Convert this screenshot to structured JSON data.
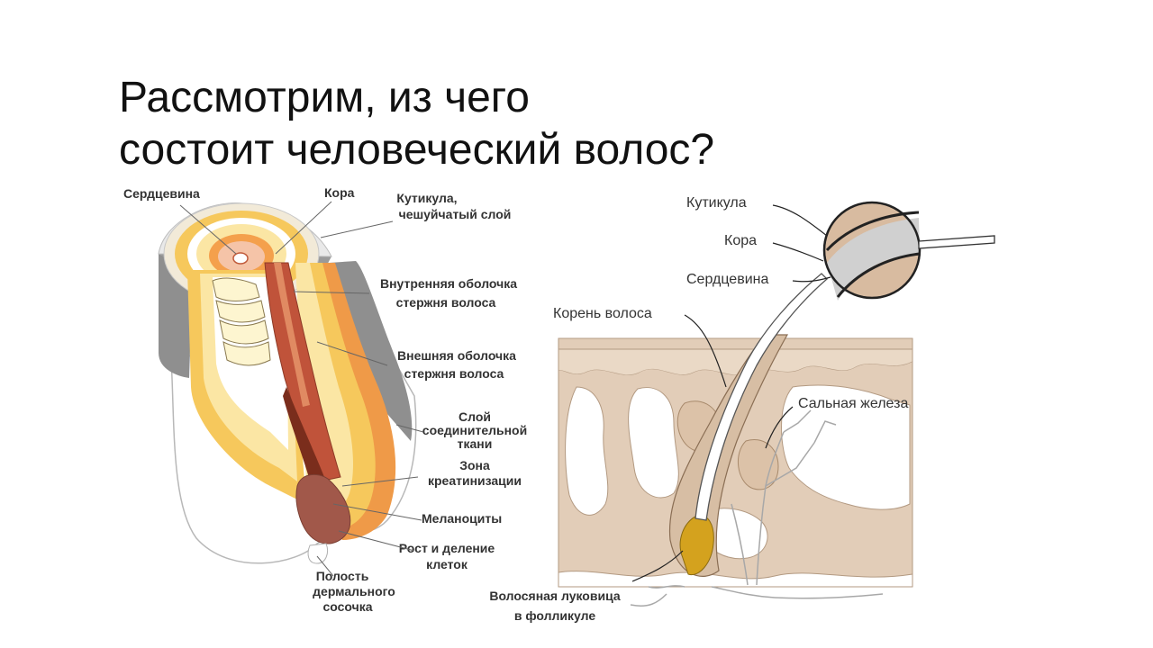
{
  "slide": {
    "title_line1": "Рассмотрим, из чего",
    "title_line2": "состоит человеческий волос?"
  },
  "left_diagram": {
    "labels": {
      "medulla": "Сердцевина",
      "cortex": "Кора",
      "cuticle_1": "Кутикула,",
      "cuticle_2": "чешуйчатый слой",
      "inner_sheath_1": "Внутренняя оболочка",
      "inner_sheath_2": "стержня волоса",
      "outer_sheath_1": "Внешняя оболочка",
      "outer_sheath_2": "стержня волоса",
      "connective_1": "Слой",
      "connective_2": "соединительной",
      "connective_3": "ткани",
      "keratin_1": "Зона",
      "keratin_2": "креатинизации",
      "melanocytes": "Меланоциты",
      "growth_1": "Рост и деление",
      "growth_2": "клеток",
      "papilla_1": "Полость",
      "papilla_2": "дермального",
      "papilla_3": "сосочка"
    }
  },
  "right_diagram": {
    "labels": {
      "cuticle": "Кутикула",
      "cortex": "Кора",
      "medulla": "Сердцевина",
      "root": "Корень волоса",
      "sebaceous": "Сальная железа",
      "bulb_1": "Волосяная луковица",
      "bulb_2": "в фолликуле"
    }
  },
  "colors": {
    "skin": "#e2cdb8",
    "cortex": "#c0533a",
    "bulb": "#d4a21e",
    "sheath_yellow": "#f6c85c",
    "sheath_orange": "#ef9a48"
  }
}
